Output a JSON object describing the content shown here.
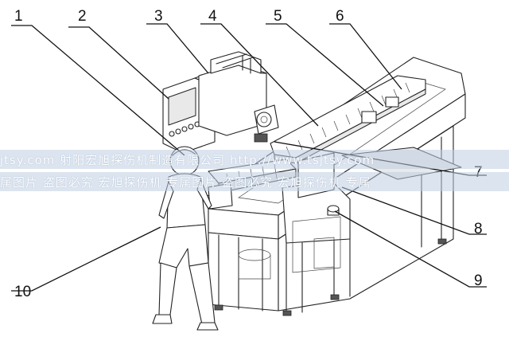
{
  "callouts": [
    {
      "label": "1"
    },
    {
      "label": "2"
    },
    {
      "label": "3"
    },
    {
      "label": "4"
    },
    {
      "label": "5"
    },
    {
      "label": "6"
    },
    {
      "label": "7"
    },
    {
      "label": "8"
    },
    {
      "label": "9"
    },
    {
      "label": "10"
    }
  ],
  "watermark": {
    "line1": "jtsy.com 射阳宏旭探伤机制造有限公司  http://www.tsjtsy.com",
    "line2": "属图片  盗图必究  宏旭探伤机 专属图片  盗图必究  宏旭探伤机 专属"
  }
}
